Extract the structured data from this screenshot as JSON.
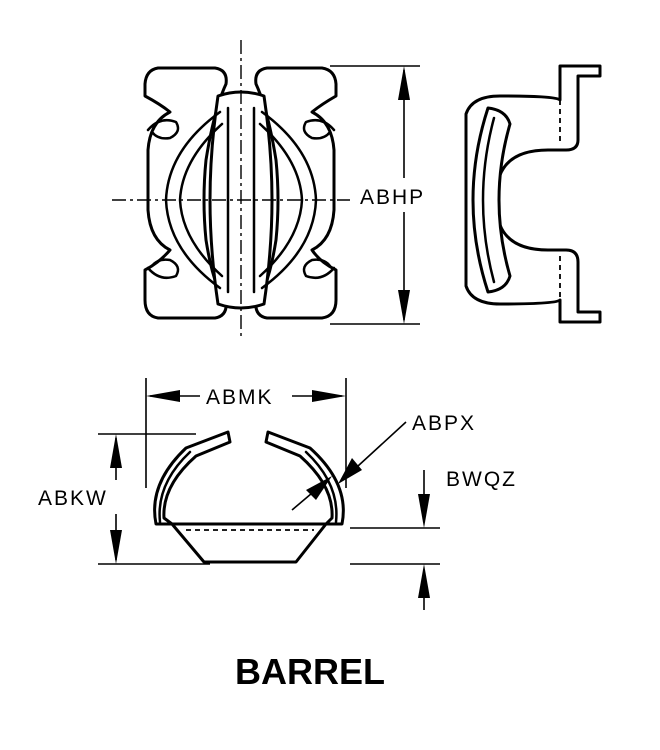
{
  "title": "BARREL",
  "dimensions": {
    "height": "ABHP",
    "width": "ABMK",
    "thickness": "ABPX",
    "clip_height": "ABKW",
    "base_offset": "BWQZ"
  },
  "colors": {
    "ink": "#000000",
    "paper": "#ffffff"
  }
}
